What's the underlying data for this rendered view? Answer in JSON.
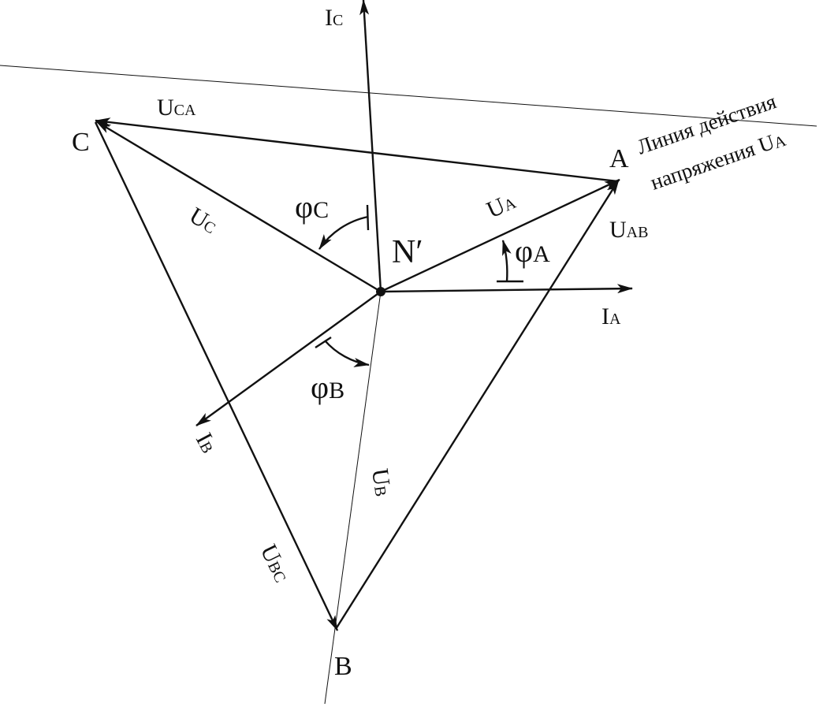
{
  "vertices": {
    "a": "A",
    "b": "B",
    "c": "C",
    "neutral": "N′"
  },
  "voltages": {
    "ua": {
      "main": "U",
      "sub": "A"
    },
    "ub": {
      "main": "U",
      "sub": "B"
    },
    "uc": {
      "main": "U",
      "sub": "C"
    },
    "uab": {
      "main": "U",
      "sub": "AB"
    },
    "ubc": {
      "main": "U",
      "sub": "BC"
    },
    "uca": {
      "main": "U",
      "sub": "CA"
    }
  },
  "currents": {
    "ia": {
      "main": "I",
      "sub": "A"
    },
    "ib": {
      "main": "I",
      "sub": "B"
    },
    "ic": {
      "main": "I",
      "sub": "C"
    }
  },
  "angles": {
    "phi_a": {
      "main": "φ",
      "sub": "A"
    },
    "phi_b": {
      "main": "φ",
      "sub": "B"
    },
    "phi_c": {
      "main": "φ",
      "sub": "C"
    }
  },
  "line_of_action": {
    "line1": "Линия действия",
    "line2": "напряжения U",
    "line2_sub": "A"
  }
}
